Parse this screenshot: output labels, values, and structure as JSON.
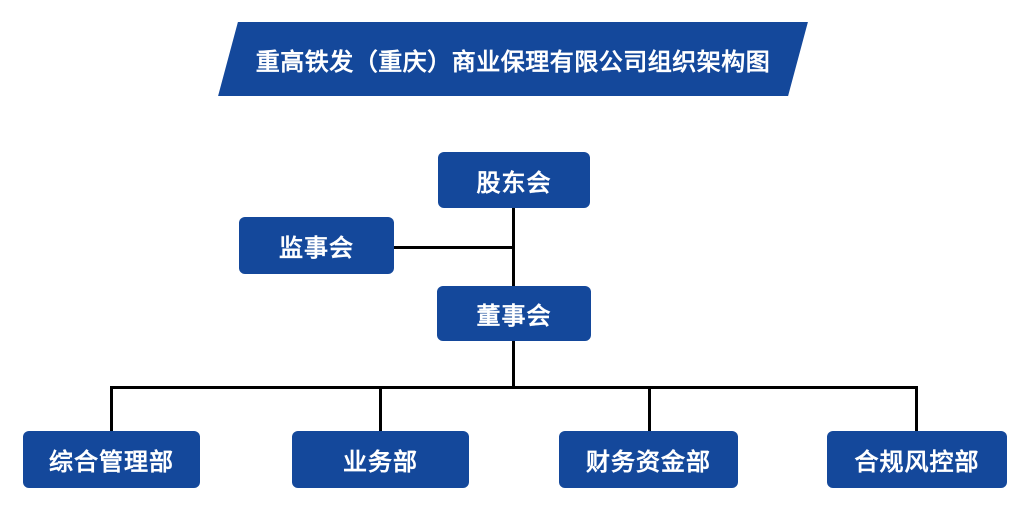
{
  "title": {
    "text": "重高铁发（重庆）商业保理有限公司组织架构图"
  },
  "colors": {
    "primary_blue": "#14489B",
    "connector_black": "#000000",
    "text_white": "#FFFFFF",
    "background": "#FFFFFF"
  },
  "org_chart": {
    "nodes": [
      {
        "id": "shareholders",
        "label": "股东会",
        "level": 1
      },
      {
        "id": "supervisory-board",
        "label": "监事会",
        "level": 2
      },
      {
        "id": "board-of-directors",
        "label": "董事会",
        "level": 2
      },
      {
        "id": "general-management",
        "label": "综合管理部",
        "level": 3
      },
      {
        "id": "business",
        "label": "业务部",
        "level": 3
      },
      {
        "id": "finance-treasury",
        "label": "财务资金部",
        "level": 3
      },
      {
        "id": "compliance-risk",
        "label": "合规风控部",
        "level": 3
      }
    ],
    "edges": [
      {
        "from": "shareholders",
        "to": "board-of-directors"
      },
      {
        "from": "supervisory-board",
        "to": "board-of-directors"
      },
      {
        "from": "board-of-directors",
        "to": "general-management"
      },
      {
        "from": "board-of-directors",
        "to": "business"
      },
      {
        "from": "board-of-directors",
        "to": "finance-treasury"
      },
      {
        "from": "board-of-directors",
        "to": "compliance-risk"
      }
    ]
  }
}
